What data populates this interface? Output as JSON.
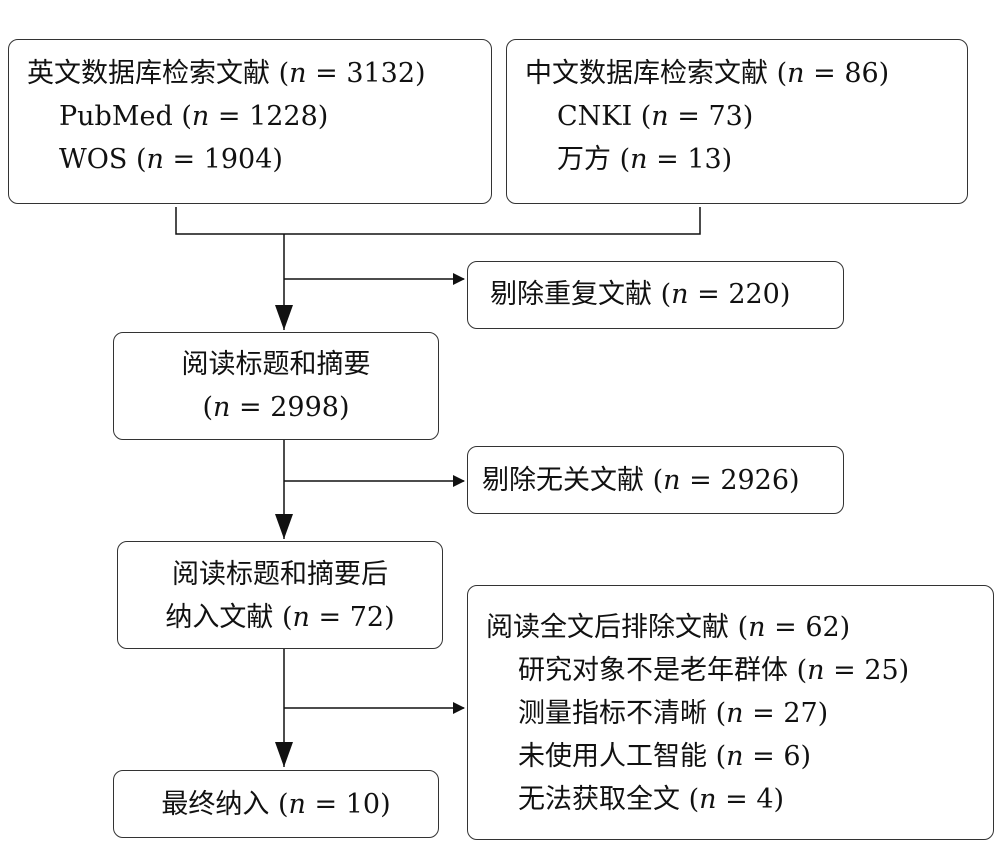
{
  "boxes": {
    "english_db": {
      "title": "英文数据库检索文献",
      "title_n": "3132",
      "items": [
        {
          "label": "PubMed",
          "n": "1228"
        },
        {
          "label": "WOS",
          "n": "1904"
        }
      ]
    },
    "chinese_db": {
      "title": "中文数据库检索文献",
      "title_n": "86",
      "items": [
        {
          "label": "CNKI",
          "n": "73"
        },
        {
          "label": "万方",
          "n": "13"
        }
      ]
    },
    "remove_duplicates": {
      "label": "剔除重复文献",
      "n": "220"
    },
    "read_title_abstract": {
      "label": "阅读标题和摘要",
      "n": "2998"
    },
    "remove_irrelevant": {
      "label": "剔除无关文献",
      "n": "2926"
    },
    "included_after_screening": {
      "label_line1": "阅读标题和摘要后",
      "label_line2": "纳入文献",
      "n": "72"
    },
    "excluded_fulltext": {
      "title": "阅读全文后排除文献",
      "title_n": "62",
      "items": [
        {
          "label": "研究对象不是老年群体",
          "n": "25"
        },
        {
          "label": "测量指标不清晰",
          "n": "27"
        },
        {
          "label": "未使用人工智能",
          "n": "6"
        },
        {
          "label": "无法获取全文",
          "n": "4"
        }
      ]
    },
    "final_included": {
      "label": "最终纳入",
      "n": "10"
    }
  },
  "symbols": {
    "n_var": "n",
    "eq": " = ",
    "open": " (",
    "close": ")"
  },
  "colors": {
    "line": "#111111",
    "border": "#333333",
    "text": "#111111"
  }
}
